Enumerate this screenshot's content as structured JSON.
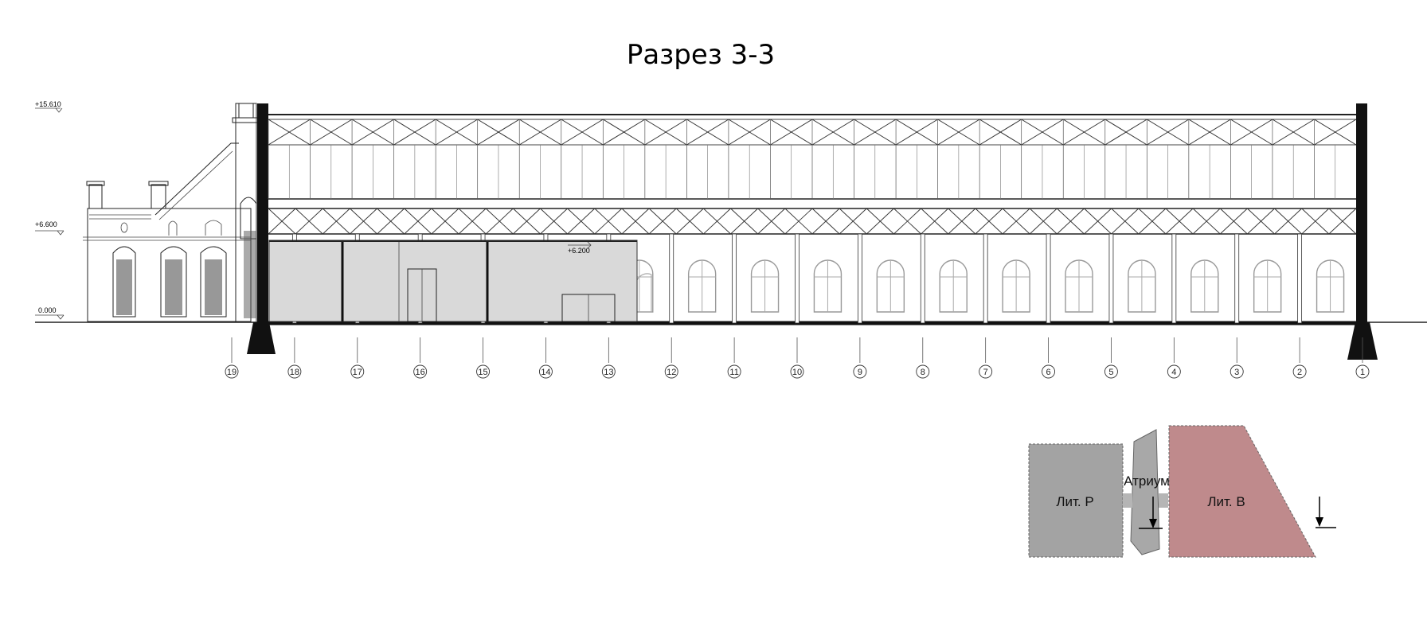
{
  "title": "Разрез 3-3",
  "levels": [
    {
      "label": "+15.610",
      "value": 15.61
    },
    {
      "label": "+6.600",
      "value": 6.6
    },
    {
      "label": "0.000",
      "value": 0.0
    }
  ],
  "inner_level": {
    "label": "+6.200",
    "value": 6.2
  },
  "axes": [
    "19",
    "18",
    "17",
    "16",
    "15",
    "14",
    "13",
    "12",
    "11",
    "10",
    "9",
    "8",
    "7",
    "6",
    "5",
    "4",
    "3",
    "2",
    "1"
  ],
  "key_plan": {
    "block_left": "Лит. Р",
    "block_middle": "Атриум",
    "block_right": "Лит. В",
    "colors": {
      "left": "#a3a3a3",
      "middle": "#a8a8a8",
      "right": "#bf8a8c"
    }
  }
}
